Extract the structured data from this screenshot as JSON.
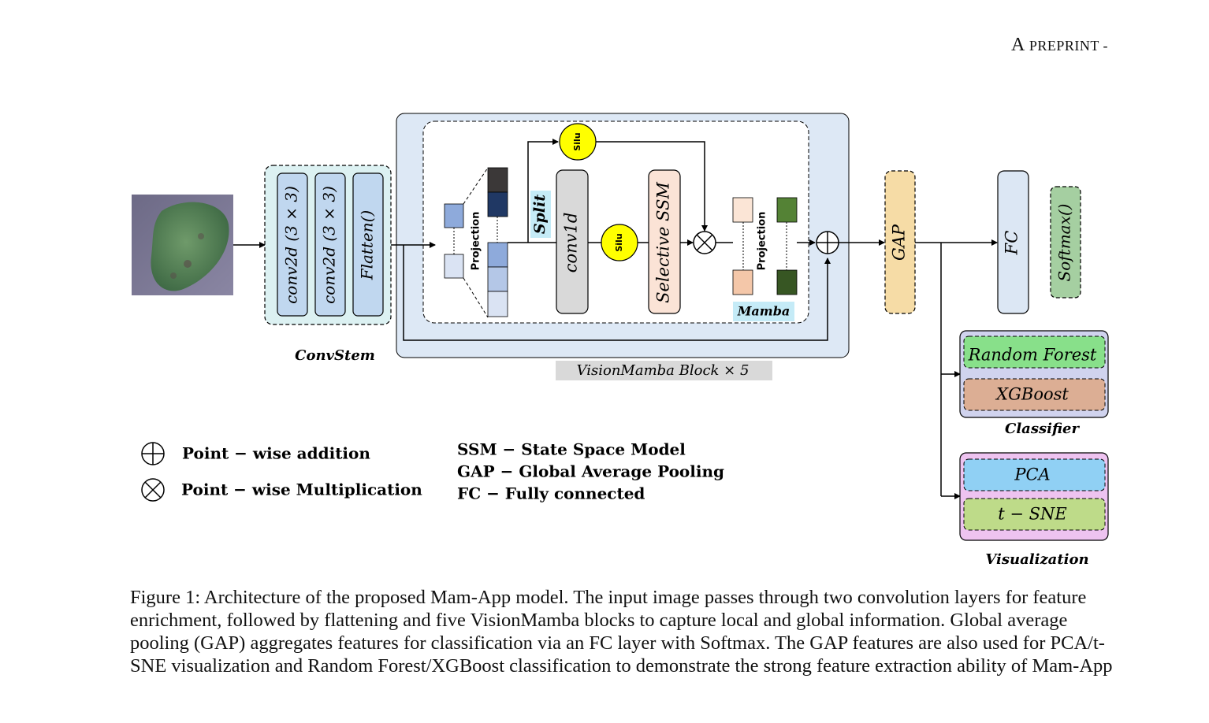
{
  "header": {
    "first": "A",
    "rest": " preprint -"
  },
  "diagram": {
    "convstem": {
      "layers": [
        "conv2d (3 × 3)",
        "conv2d (3 × 3)",
        "Flatten()"
      ],
      "label": "ConvStem"
    },
    "vision_mamba": {
      "projection_in": "Projection",
      "split": "Split",
      "silu_top": "Silu",
      "silu_mid": "Silu",
      "conv1d": "conv1d",
      "ssm": "Selective SSM",
      "projection_out": "Projection",
      "mamba": "Mamba",
      "block_label": "VisionMamba Block × 5"
    },
    "gap": "GAP",
    "fc": "FC",
    "softmax": "Softmax()",
    "classifier": {
      "items": [
        "Random Forest",
        "XGBoost"
      ],
      "label": "Classifier"
    },
    "visualization": {
      "items": [
        "PCA",
        "t − SNE"
      ],
      "label": "Visualization"
    },
    "legend": {
      "symbols": [
        "Point − wise addition",
        "Point − wise Multiplication"
      ],
      "abbreviations": [
        "SSM − State Space Model",
        "GAP − Global Average Pooling",
        "FC − Fully connected"
      ]
    },
    "colors": {
      "convstem_bg": "#dcf1f2",
      "conv_layer": "#c0d7ef",
      "mamba_outer": "#dde8f5",
      "conv1d_fill": "#d9d9d9",
      "ssm_fill": "#fbe3d6",
      "silu": "#ffff00",
      "gap": "#f6dca6",
      "fc": "#dce7f4",
      "softmax": "#a5cfa1",
      "random_forest": "#88e08a",
      "xgboost": "#dcae94",
      "classifier_bg": "#d0d3ee",
      "pca": "#90d0f4",
      "tsne": "#bedb89",
      "visualization_bg": "#eec3f0"
    }
  },
  "caption": "Figure 1: Architecture of the proposed Mam-App model. The input image passes through two convolution layers for feature enrichment, followed by flattening and five VisionMamba blocks to capture local and global information. Global average pooling (GAP) aggregates features for classification via an FC layer with Softmax. The GAP features are also used for PCA/t-SNE visualization and Random Forest/XGBoost classification to demonstrate the strong feature extraction ability of Mam-App"
}
